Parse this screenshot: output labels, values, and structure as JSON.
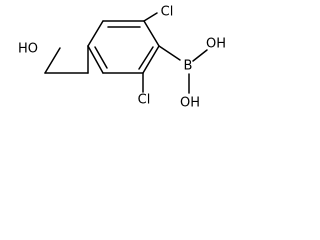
{
  "molecule": {
    "atoms": {
      "cl_top": "Cl",
      "cl_bottom": "Cl",
      "boron": "B",
      "oh_upper": "OH",
      "oh_lower": "OH",
      "ho_left": "HO"
    },
    "colors": {
      "bond": "#000000",
      "label": "#000000",
      "background": "#ffffff"
    }
  }
}
